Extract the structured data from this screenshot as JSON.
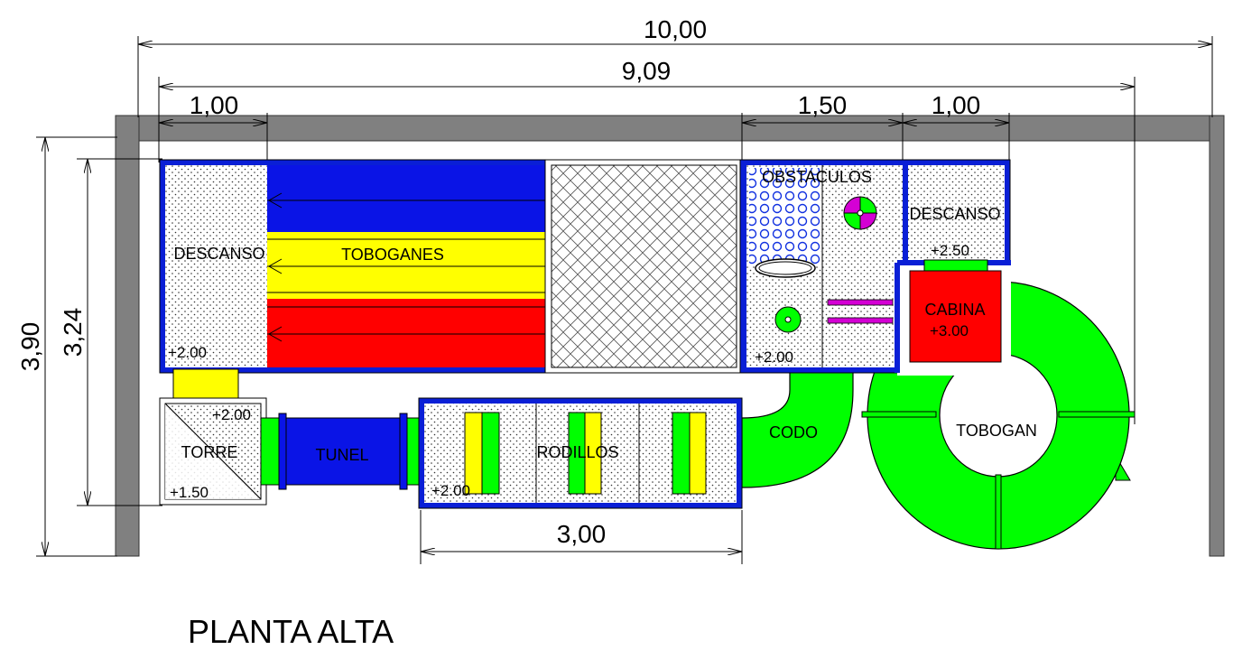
{
  "title": "PLANTA ALTA",
  "dimensions": {
    "total_width": "10,00",
    "inner_width": "9,09",
    "descanso_left": "1,00",
    "obstaculos": "1,50",
    "descanso_right": "1,00",
    "rodillos": "3,00",
    "total_height": "3,90",
    "inner_height": "3,24"
  },
  "zones": {
    "descanso_left": "DESCANSO",
    "toboganes": "TOBOGANES",
    "obstaculos": "OBSTACULOS",
    "descanso_right": "DESCANSO",
    "cabina": "CABINA",
    "torre": "TORRE",
    "tunel": "TUNEL",
    "rodillos": "RODILLOS",
    "codo": "CODO",
    "tobogan": "TOBOGAN"
  },
  "levels": {
    "descanso_left": "+2.00",
    "obstaculos": "+2.00",
    "descanso_right": "+2.50",
    "cabina": "+3.00",
    "torre_top": "+2.00",
    "torre_bottom": "+1.50",
    "rodillos": "+2.00"
  },
  "colors": {
    "wall": "#808080",
    "frame": "#0a1fd6",
    "blue": "#0a14e6",
    "yellow": "#ffff00",
    "red": "#ff0000",
    "green": "#00ff00",
    "magenta": "#d400d4"
  }
}
